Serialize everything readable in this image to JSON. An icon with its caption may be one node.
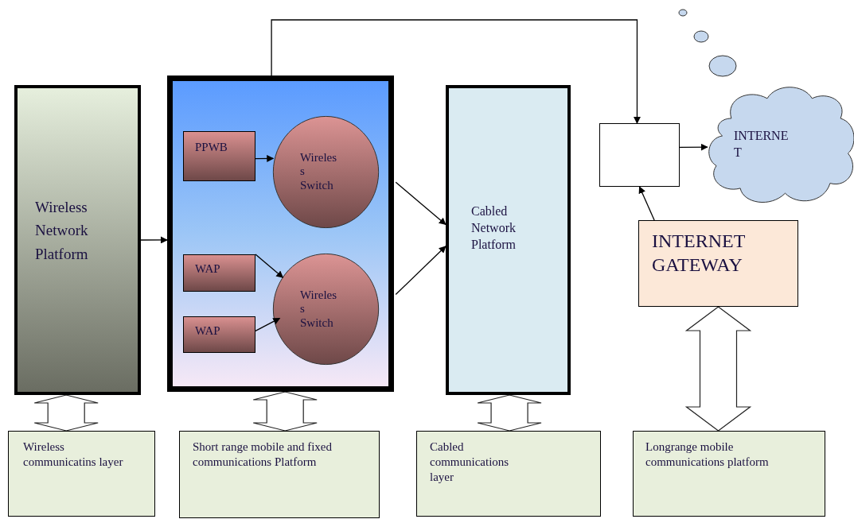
{
  "diagram": {
    "nodes": [
      {
        "text": [
          "Wireless Network Platform"
        ]
      },
      {
        "text": [],
        "shape": "box"
      },
      {
        "text": [
          "PPWB"
        ],
        "in": 1
      },
      {
        "text": [
          "Wireles s Switch"
        ],
        "in": 1
      },
      {
        "text": [
          "WAP"
        ],
        "in": 1
      },
      {
        "text": [
          "Wireles s Switch"
        ],
        "in": 1
      },
      {
        "text": [
          "WAP"
        ],
        "in": 1
      },
      {
        "text": [
          "Cabled Network Platform"
        ]
      },
      {
        "text": [],
        "shape": "box"
      },
      {
        "text": [
          "INTERNE T"
        ]
      },
      {
        "text": [
          "INTERNET GATEWAY"
        ]
      },
      {
        "text": [
          "Wireless communicatins layer"
        ]
      },
      {
        "text": [
          "Short range mobile and fixed communications Platform"
        ]
      },
      {
        "text": [
          "Cabled communications layer"
        ]
      },
      {
        "text": [
          "Longrange mobile communications platform"
        ]
      }
    ],
    "edges": [
      {
        "from": 0,
        "to": 1,
        "arrow": "to"
      },
      {
        "from": 2,
        "to": 3,
        "arrow": "to"
      },
      {
        "from": 4,
        "to": 5,
        "arrow": "to"
      },
      {
        "from": 6,
        "to": 5,
        "arrow": "to"
      },
      {
        "from": 3,
        "to": 7,
        "arrow": "to"
      },
      {
        "from": 5,
        "to": 7,
        "arrow": "to"
      },
      {
        "from": 1,
        "to": 8,
        "arrow": "to"
      },
      {
        "from": 8,
        "to": 9,
        "arrow": "to"
      },
      {
        "from": 10,
        "to": 8,
        "arrow": "to"
      },
      {
        "from": 0,
        "to": 11,
        "arrow": "both",
        "style": "thick"
      },
      {
        "from": 1,
        "to": 12,
        "arrow": "both",
        "style": "thick"
      },
      {
        "from": 7,
        "to": 13,
        "arrow": "both",
        "style": "thick"
      },
      {
        "from": 10,
        "to": 14,
        "arrow": "both",
        "style": "thick"
      }
    ]
  }
}
